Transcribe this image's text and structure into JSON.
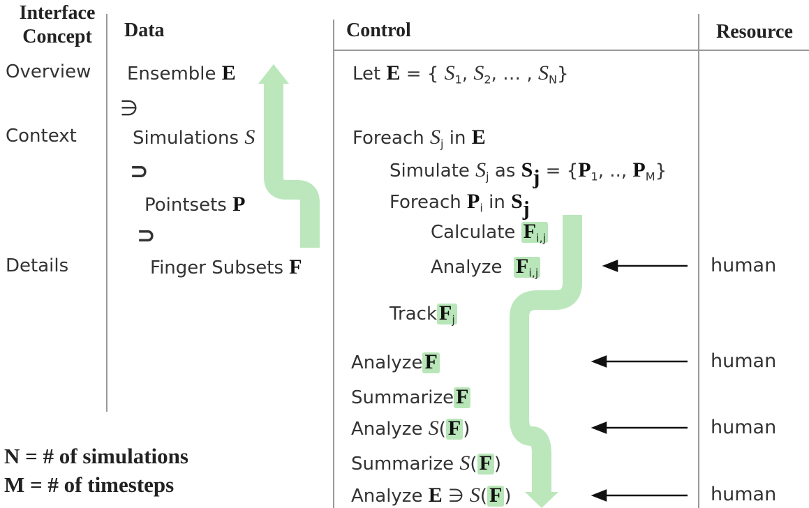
{
  "headers": {
    "interface_concept": "Interface Concept",
    "data": "Data",
    "control": "Control",
    "resource": "Resource"
  },
  "concepts": {
    "overview": "Overview",
    "context": "Context",
    "details": "Details"
  },
  "data_col": {
    "ensemble": "Ensemble",
    "ensemble_sym": "E",
    "contains_sym": "∋",
    "simulations": "Simulations",
    "simulations_sym": "S",
    "superset1": "⊃",
    "pointsets": "Pointsets",
    "pointsets_sym": "P",
    "superset2": "⊃",
    "finger": "Finger Subsets",
    "finger_sym": "F"
  },
  "control": {
    "let": "Let",
    "let_E": "E",
    "let_eq": "= {",
    "let_s1": "S",
    "let_s1_sub": "1",
    "let_s2": "S",
    "let_s2_sub": "2",
    "let_dots": ", … ,",
    "let_sn": "S",
    "let_sn_sub": "N",
    "let_close": "}",
    "foreach_sim": "Foreach",
    "foreach_sim_s": "S",
    "foreach_sim_sub": "j",
    "foreach_in": "in",
    "foreach_E": "E",
    "simulate": "Simulate",
    "simulate_s": "S",
    "simulate_sub": "j",
    "simulate_as": "as",
    "simulate_S": "S",
    "simulate_S_sub": "j",
    "simulate_eq": "= {",
    "simulate_P1": "P",
    "simulate_P1_sub": "1",
    "simulate_dots": ", .., ",
    "simulate_PM": "P",
    "simulate_PM_sub": "M",
    "simulate_close": "}",
    "foreach_p": "Foreach",
    "foreach_p_P": "P",
    "foreach_p_sub": "i",
    "foreach_p_in": "in",
    "foreach_p_S": "S",
    "foreach_p_S_sub": "j",
    "calculate": "Calculate",
    "calc_F": "F",
    "calc_sub": "i,j",
    "analyze1": "Analyze",
    "analyze1_F": "F",
    "analyze1_sub": "i,j",
    "track": "Track",
    "track_F": "F",
    "track_sub": "j",
    "analyze2": "Analyze",
    "analyze2_F": "F",
    "summarize1": "Summarize",
    "summarize1_F": "F",
    "analyze3": "Analyze",
    "analyze3_S": "S",
    "analyze3_open": "(",
    "analyze3_F": "F",
    "analyze3_close": ")",
    "summarize2": "Summarize",
    "summarize2_S": "S",
    "summarize2_open": "(",
    "summarize2_F": "F",
    "summarize2_close": ")",
    "analyze4": "Analyze",
    "analyze4_E": "E",
    "analyze4_ni": "∋",
    "analyze4_S": "S",
    "analyze4_open": "(",
    "analyze4_F": "F",
    "analyze4_close": ")"
  },
  "resources": [
    "human",
    "human",
    "human",
    "human"
  ],
  "legend": {
    "n_def": "N = # of simulations",
    "m_def": "M = # of timesteps"
  },
  "colors": {
    "highlight": "#b8e6b8",
    "flow_arrow": "#b8e6b8",
    "divider": "#999999"
  }
}
